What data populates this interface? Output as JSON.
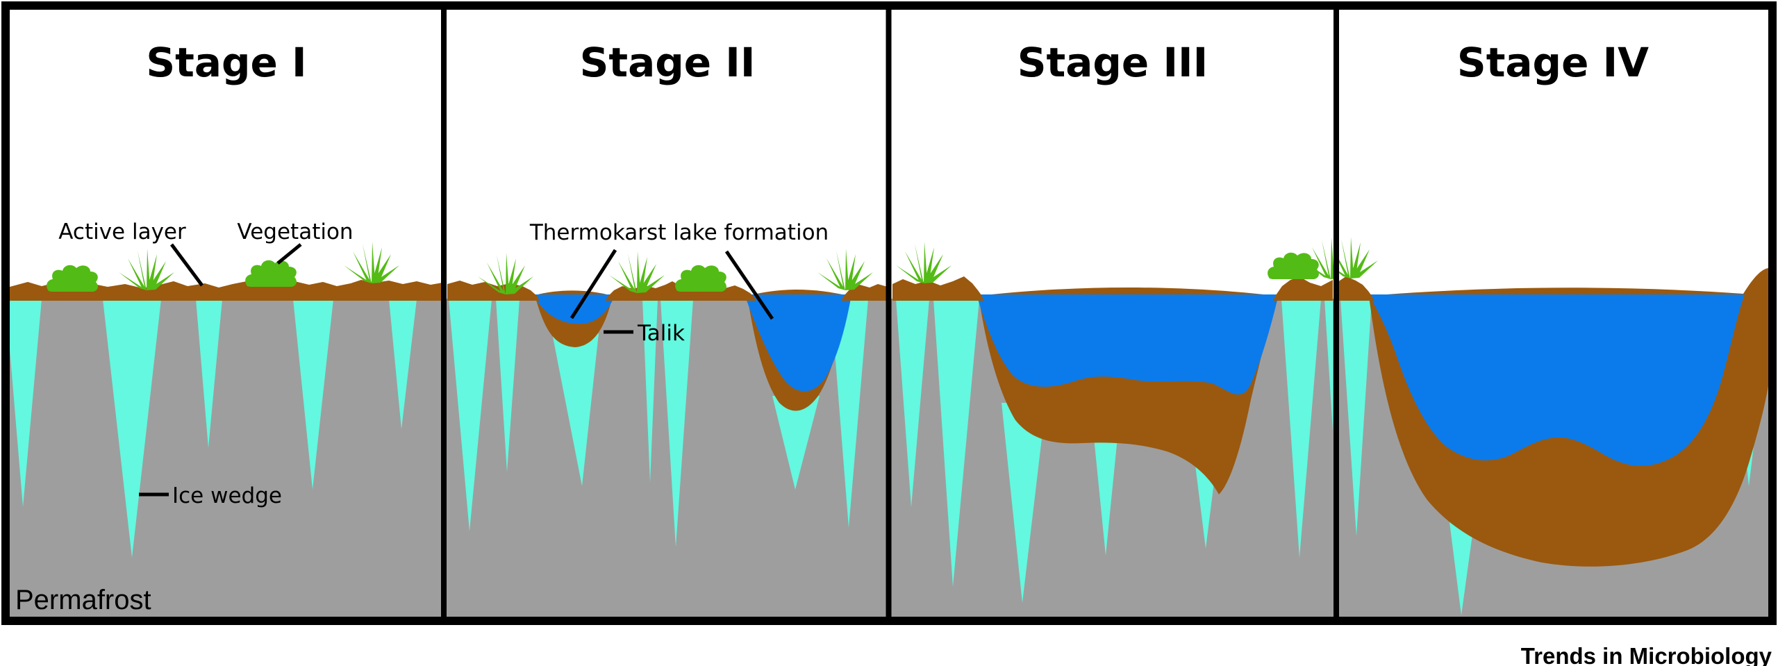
{
  "figure": {
    "type": "scientific-diagram",
    "subject": "Thermokarst lake formation stages in permafrost terrain",
    "journal": "Trends in Microbiology"
  },
  "panels": [
    {
      "title": "Stage I"
    },
    {
      "title": "Stage II"
    },
    {
      "title": "Stage III"
    },
    {
      "title": "Stage IV"
    }
  ],
  "labels": {
    "active_layer": "Active layer",
    "vegetation": "Vegetation",
    "ice_wedge": "Ice wedge",
    "permafrost": "Permafrost",
    "thermokarst": "Thermokarst lake formation",
    "talik": "Talik"
  },
  "palette": {
    "background": "#ffffff",
    "frame": "#000000",
    "soil": "#9a590f",
    "permafrost": "#9e9e9e",
    "ice_wedge": "#63f8df",
    "water": "#0b7bec",
    "vegetation": "#53bb15",
    "text": "#000000"
  }
}
